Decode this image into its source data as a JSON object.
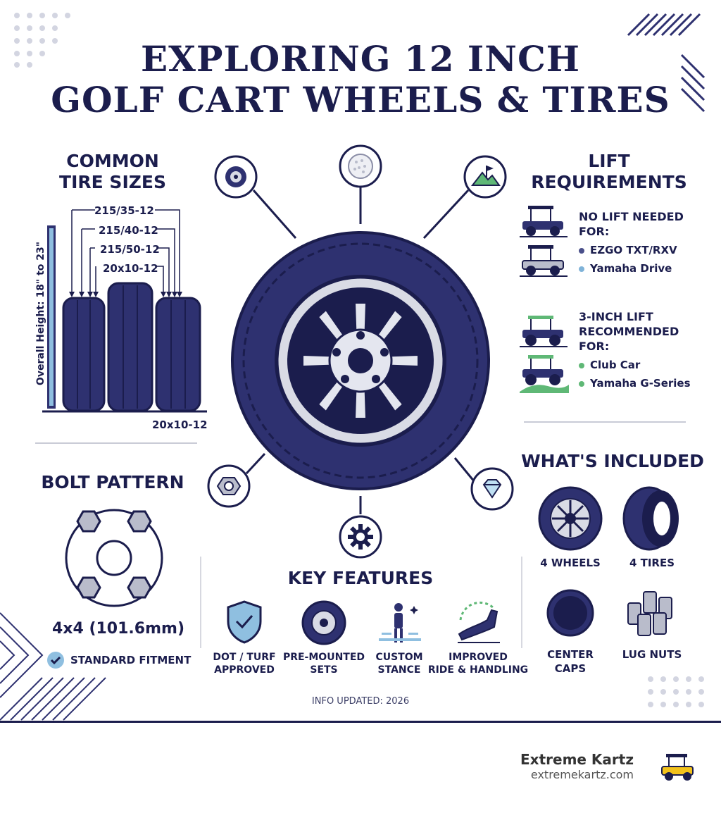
{
  "title": {
    "line1": "EXPLORING 12 INCH",
    "line2": "GOLF CART WHEELS & TIRES"
  },
  "tire_sizes": {
    "heading_line1": "COMMON",
    "heading_line2": "TIRE SIZES",
    "sizes": [
      "215/35-12",
      "215/40-12",
      "215/50-12",
      "20x10-12"
    ],
    "height_label": "Overall Height: 18\" to 23\"",
    "bottom_label": "20x10-12"
  },
  "lift": {
    "heading_line1": "LIFT",
    "heading_line2": "REQUIREMENTS",
    "no_lift": {
      "line1": "NO LIFT NEEDED",
      "line2": "FOR:",
      "items": [
        "EZGO TXT/RXV",
        "Yamaha Drive"
      ]
    },
    "three_inch": {
      "line1": "3-INCH LIFT",
      "line2": "RECOMMENDED",
      "line3": "FOR:",
      "items": [
        "Club Car",
        "Yamaha G-Series"
      ]
    },
    "colors": {
      "navy_dot": "#4a4f8a",
      "blue_dot": "#7fb3d8",
      "green_dot": "#5fb876"
    }
  },
  "bolt": {
    "heading": "BOLT PATTERN",
    "pattern": "4x4 (101.6mm)",
    "fitment": "STANDARD FITMENT"
  },
  "included": {
    "heading": "WHAT'S INCLUDED",
    "items": [
      "4 WHEELS",
      "4 TIRES",
      "CENTER CAPS",
      "LUG NUTS"
    ],
    "center_caps_line1": "CENTER",
    "center_caps_line2": "CAPS"
  },
  "features": {
    "heading": "KEY FEATURES",
    "items": [
      {
        "line1": "DOT / TURF",
        "line2": "APPROVED"
      },
      {
        "line1": "PRE-MOUNTED",
        "line2": "SETS"
      },
      {
        "line1": "CUSTOM",
        "line2": "STANCE"
      },
      {
        "line1": "IMPROVED",
        "line2": "RIDE & HANDLING"
      }
    ]
  },
  "updated": "INFO UPDATED: 2026",
  "brand": {
    "name": "Extreme Kartz",
    "url": "extremekartz.com"
  },
  "icons": [
    "wheel-icon",
    "golf-ball-icon",
    "golf-flag-icon",
    "nut-icon",
    "gear-icon",
    "diamond-icon",
    "shield-check-icon",
    "person-stance-icon",
    "seat-ride-icon",
    "golf-cart-icon"
  ],
  "palette": {
    "navy": "#1b1d4d",
    "tire": "#2e3170",
    "accent_green": "#5fb876",
    "accent_blue": "#8fbfe0",
    "gray": "#c9cbd6"
  }
}
